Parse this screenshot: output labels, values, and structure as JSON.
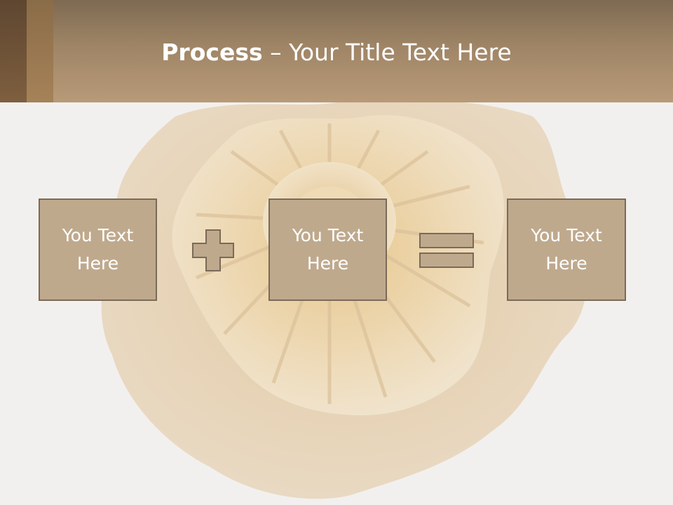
{
  "title": {
    "bold": "Process",
    "rest": " – Your Title Text Here"
  },
  "boxes": [
    {
      "label": "You Text Here"
    },
    {
      "label": "You Text Here"
    },
    {
      "label": "You Text Here"
    }
  ],
  "operators": [
    "plus-icon",
    "equals-icon"
  ],
  "colors": {
    "header": "#a88c6c",
    "box_fill": "#bfa98d",
    "box_border": "#7a6a58",
    "text": "#ffffff"
  }
}
